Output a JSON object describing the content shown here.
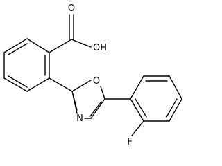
{
  "molecule": {
    "atoms": {
      "oh": "OH",
      "carbonyl_o": "O",
      "ring_o": "O",
      "ring_n": "N",
      "fluorine": "F"
    },
    "colors": {
      "bond": "#000000",
      "label": "#000000",
      "background": "#ffffff"
    }
  }
}
